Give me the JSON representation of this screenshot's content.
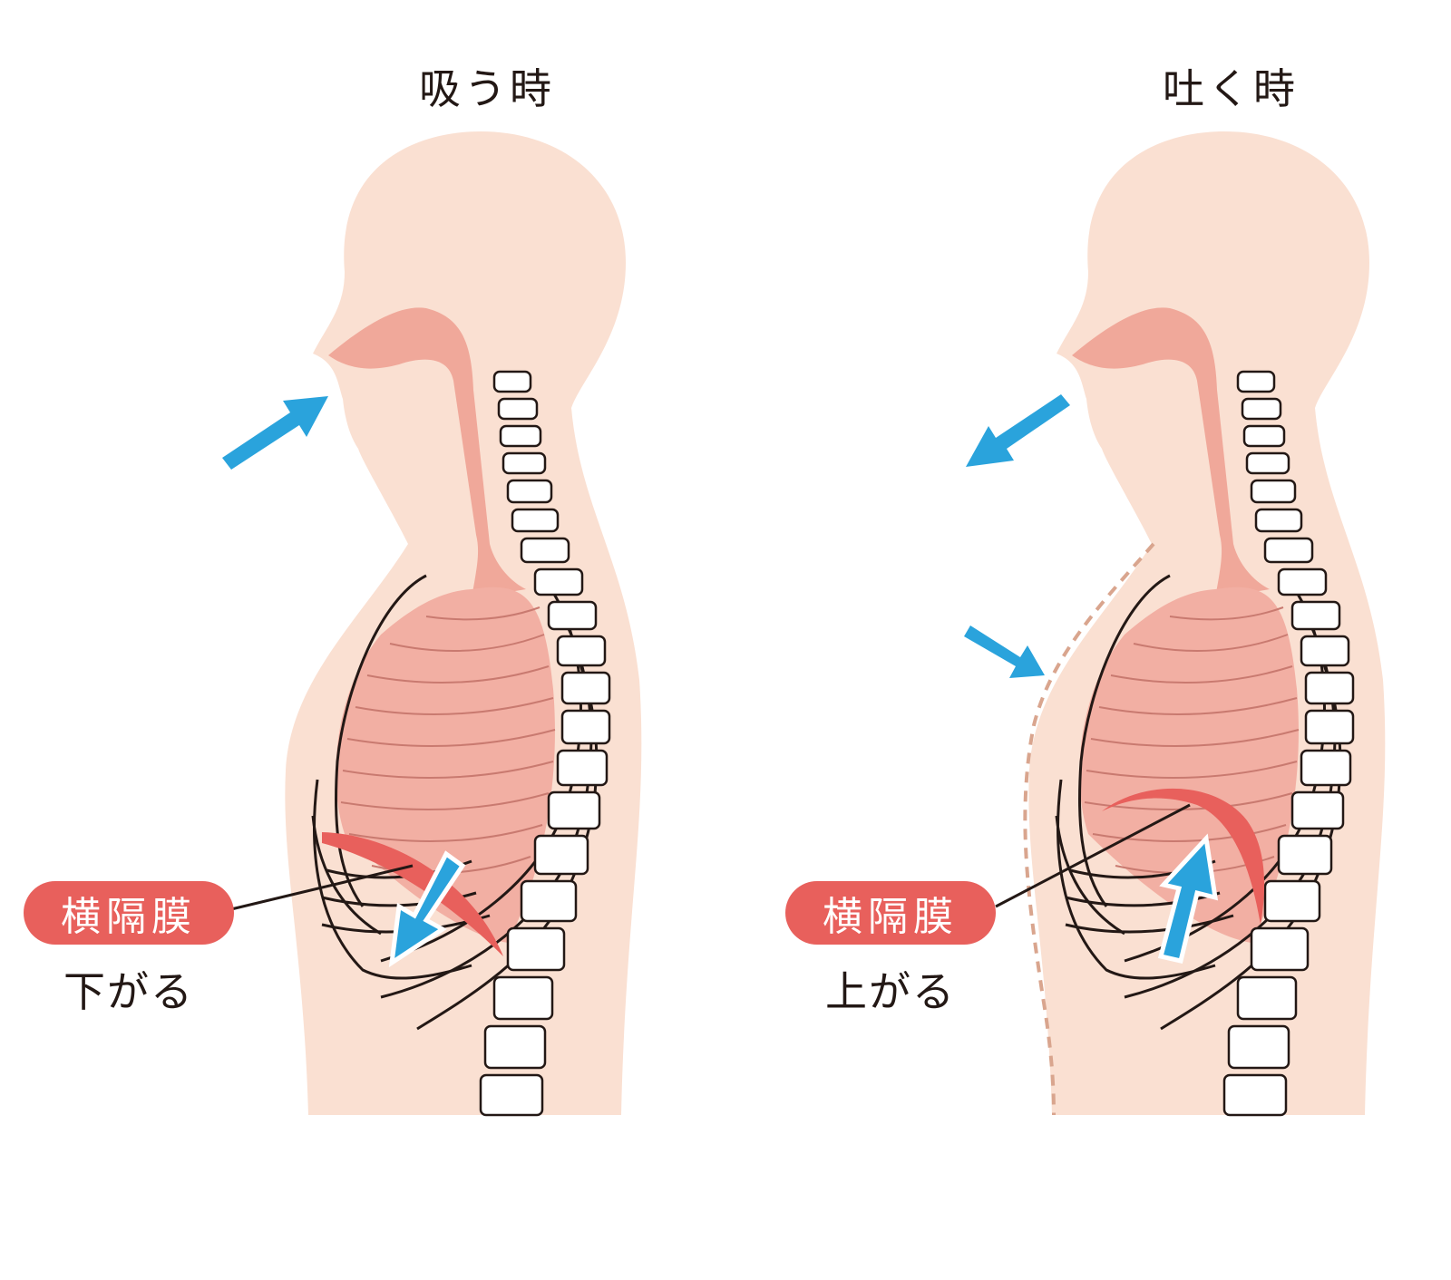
{
  "panels": [
    {
      "title": "吸う時",
      "label": "横隔膜",
      "movement": "下がる"
    },
    {
      "title": "吐く時",
      "label": "横隔膜",
      "movement": "上がる"
    }
  ],
  "colors": {
    "skin": "#fae0d2",
    "lung": "#f2afa3",
    "airway": "#f0a89a",
    "diaphragm": "#e8605c",
    "arrow": "#2aa3dc",
    "label_bg": "#e8605c",
    "outline_dashed": "#d9a58e"
  }
}
